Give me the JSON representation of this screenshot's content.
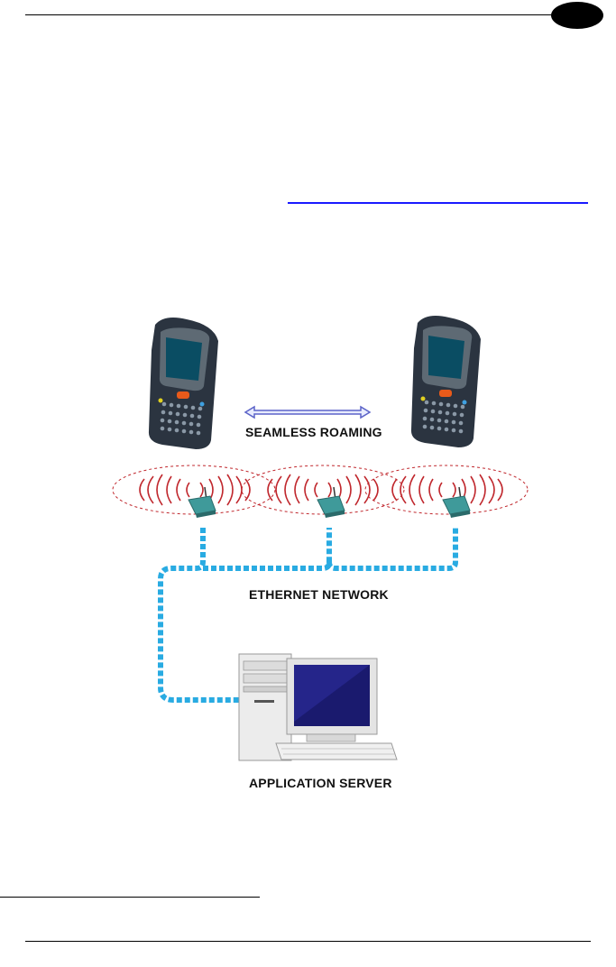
{
  "diagram": {
    "labels": {
      "roaming": "SEAMLESS ROAMING",
      "ethernet": "ETHERNET NETWORK",
      "server": "APPLICATION SERVER"
    },
    "colors": {
      "network_cable": "#29abe2",
      "radio_waves": "#c0272d",
      "roaming_arrow": "#5b63c8",
      "terminal_body": "#2b3440",
      "terminal_screen": "#0a4d63",
      "access_point": "#3f9a9a",
      "monitor_screen": "#1a1a6e"
    }
  }
}
